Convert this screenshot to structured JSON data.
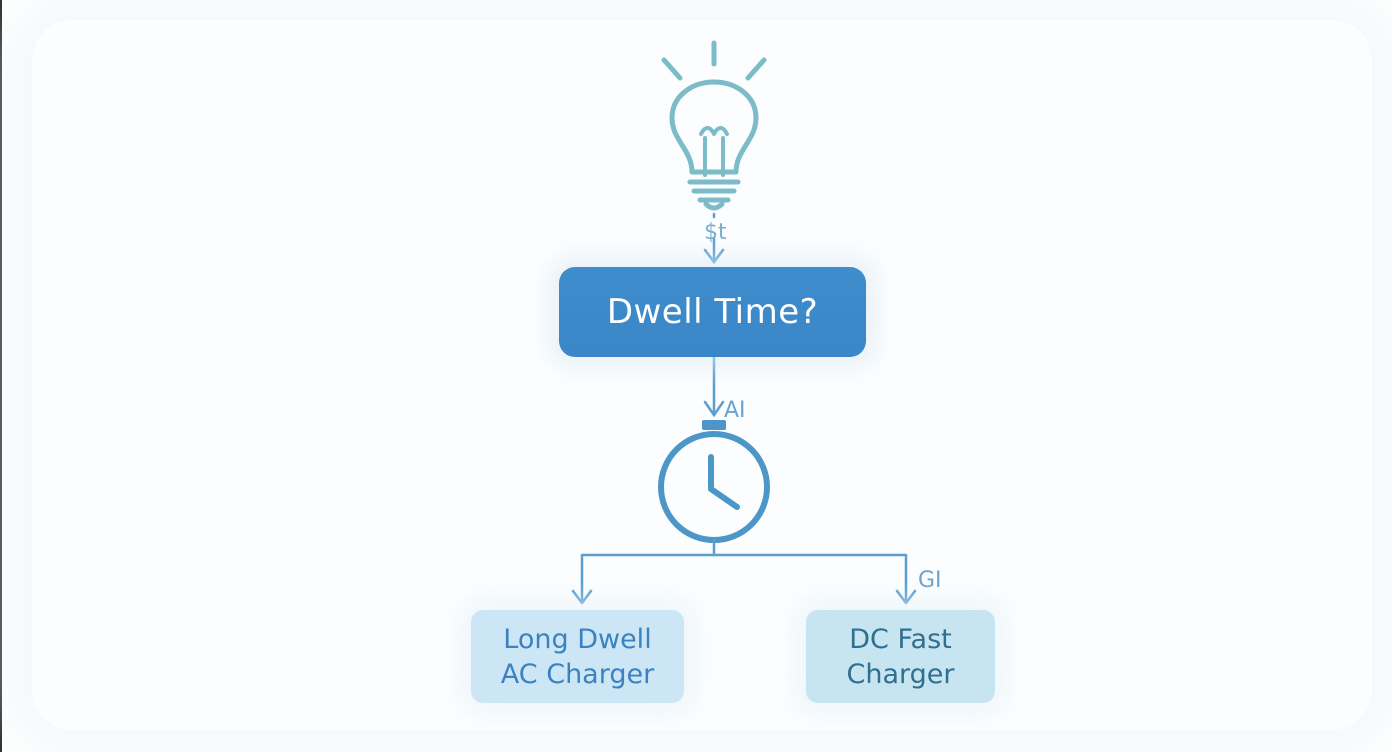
{
  "diagram": {
    "decision_node": "Dwell Time?",
    "options": [
      {
        "label_line1": "Long Dwell",
        "label_line2": "AC Charger"
      },
      {
        "label_line1": "DC Fast",
        "label_line2": "Charger"
      }
    ],
    "edge_labels": {
      "top": "$t",
      "middle": "AI",
      "right": "GI"
    },
    "icons": [
      "lightbulb-icon",
      "stopwatch-icon"
    ],
    "colors": {
      "primary": "#3a86c8",
      "bulb": "#7bbcc8",
      "line": "#5a9fd0",
      "option_left_bg": "#cde6f6",
      "option_right_bg": "#c6e5f1"
    }
  }
}
